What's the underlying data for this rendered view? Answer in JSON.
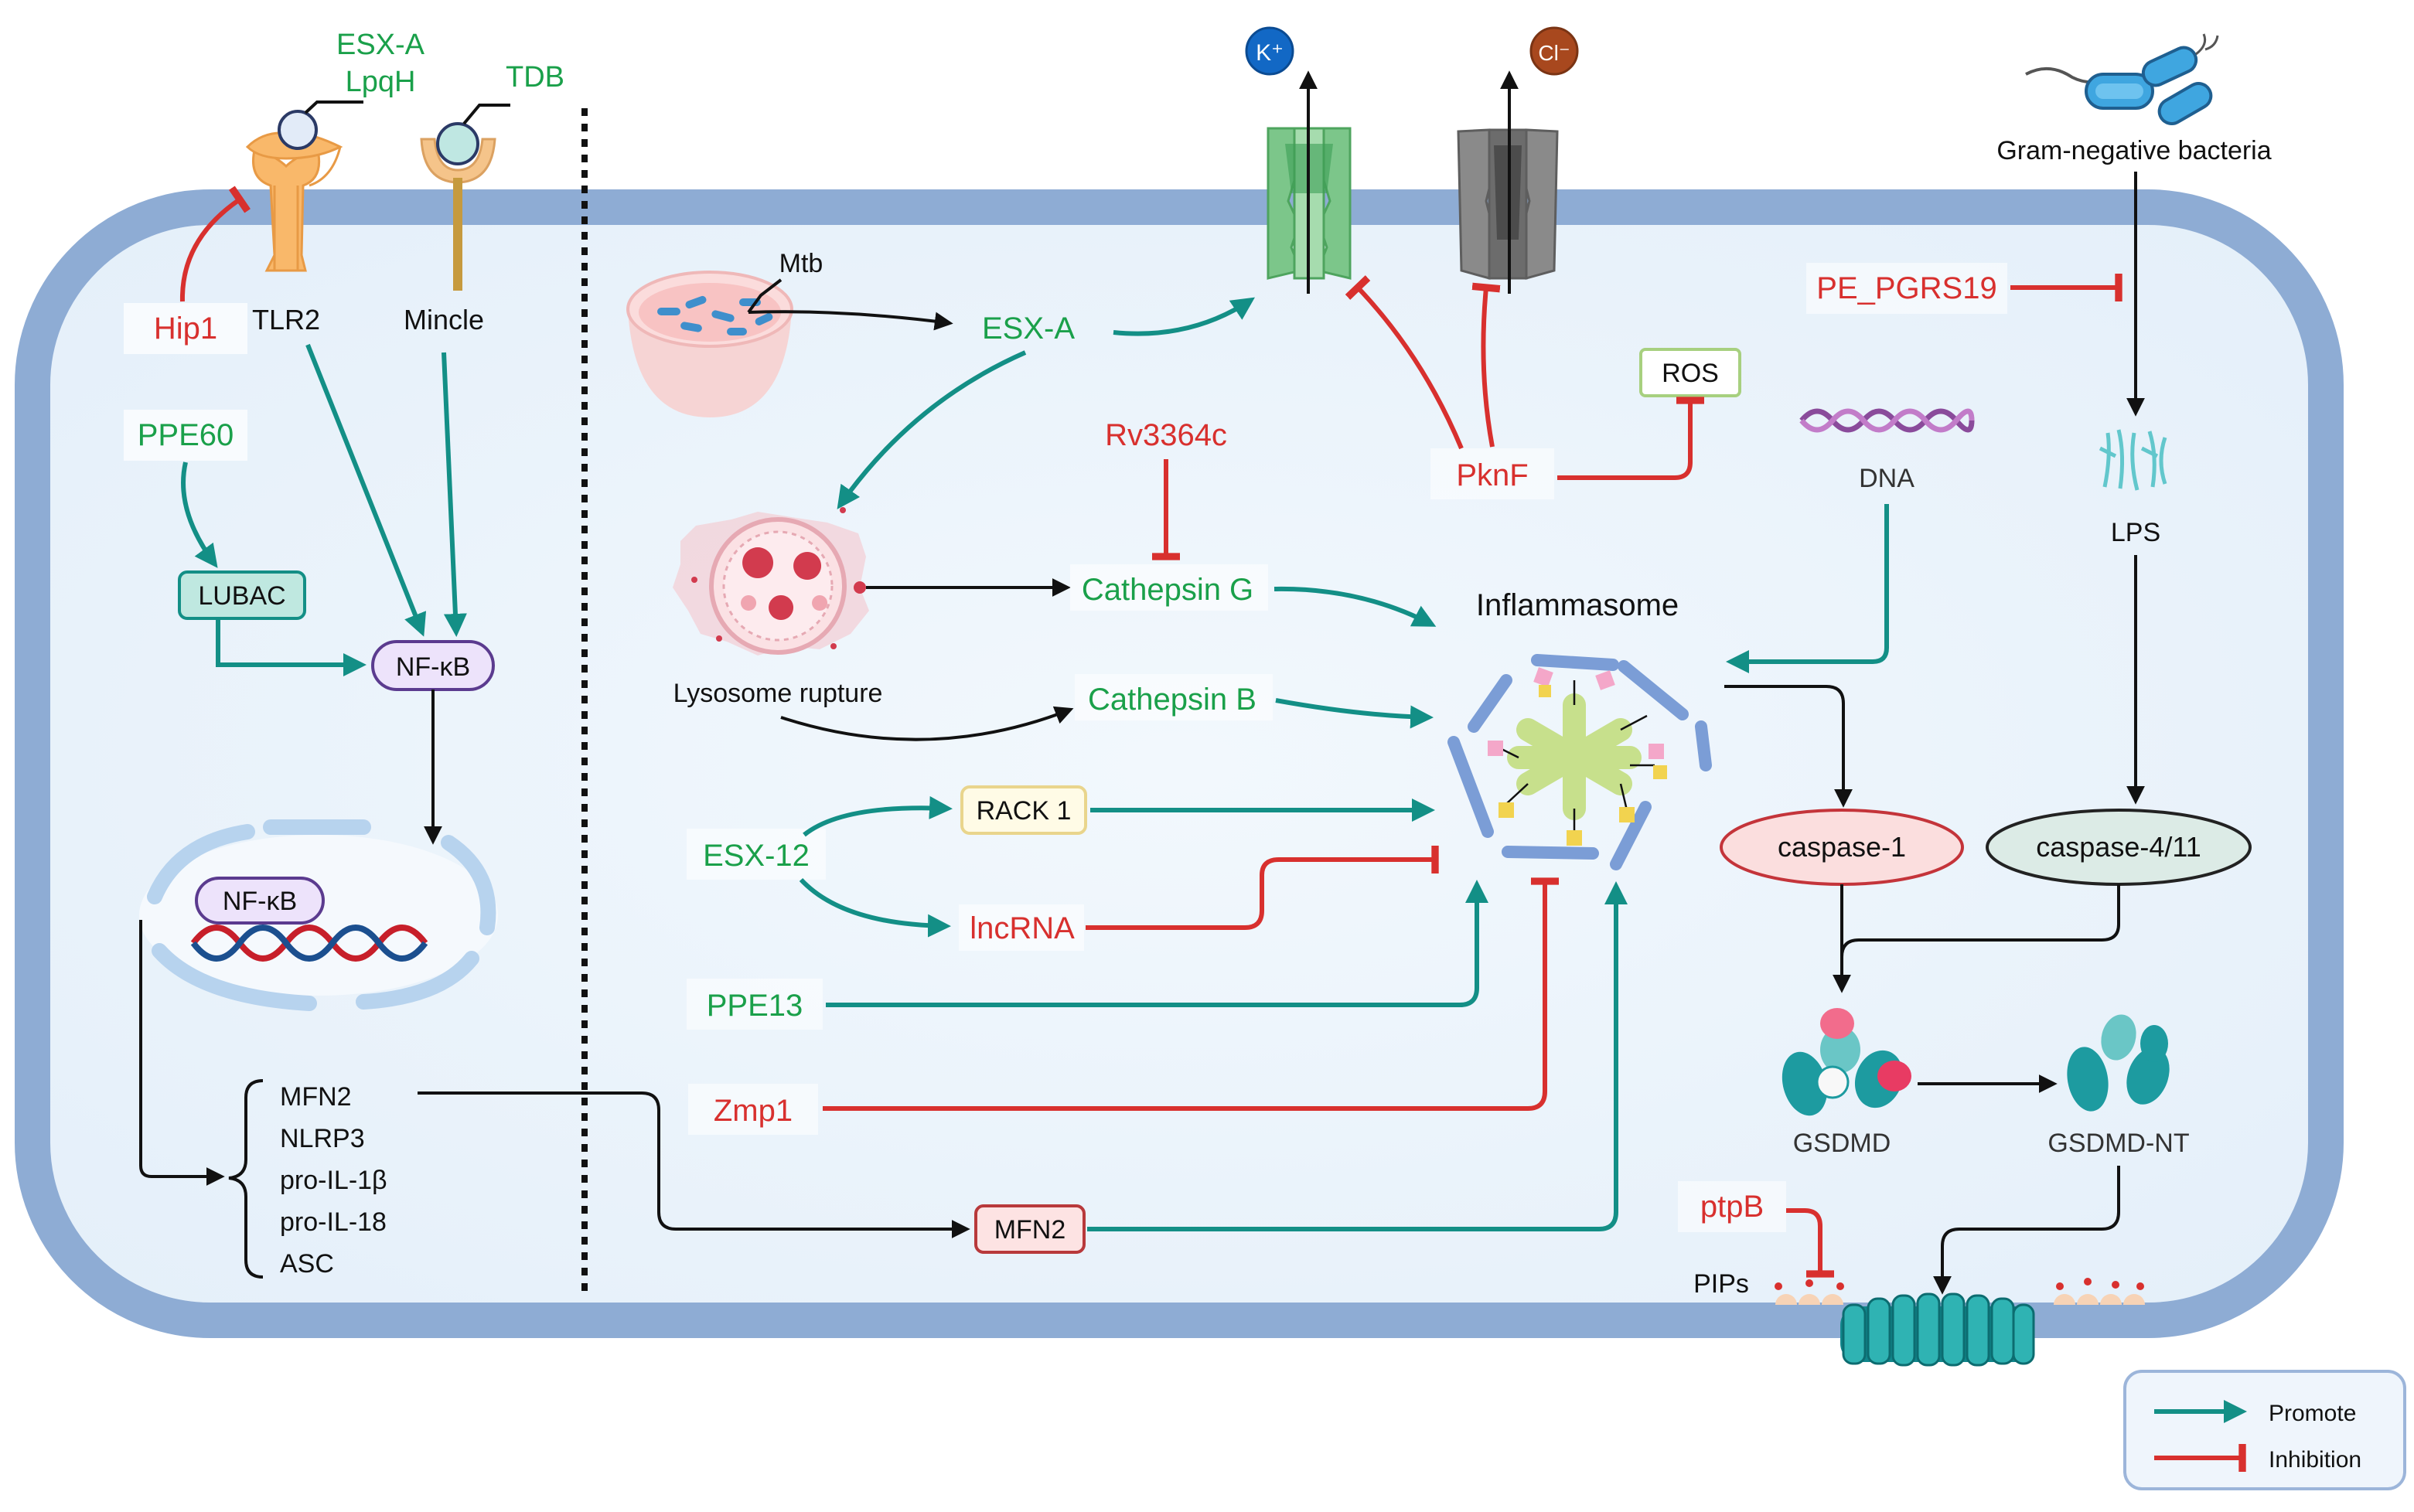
{
  "labels": {
    "esxa_top": "ESX-A",
    "lpqh": "LpqH",
    "tdb": "TDB",
    "tlr2": "TLR2",
    "mincle": "Mincle",
    "hip1": "Hip1",
    "ppe60": "PPE60",
    "lubac": "LUBAC",
    "nfkb": "NF-κB",
    "nfkb_nucleus": "NF-κB",
    "gene_list": [
      "MFN2",
      "NLRP3",
      "pro-IL-1β",
      "pro-IL-18",
      "ASC"
    ],
    "mtb": "Mtb",
    "esxa": "ESX-A",
    "k_ion": "K⁺",
    "cl_ion": "Cl⁻",
    "rv3364c": "Rv3364c",
    "cathepsin_g": "Cathepsin G",
    "lysosome_rupture": "Lysosome rupture",
    "cathepsin_b": "Cathepsin B",
    "pknf": "PknF",
    "ros": "ROS",
    "dna": "DNA",
    "inflammasome": "Inflammasome",
    "esx12": "ESX-12",
    "rack1": "RACK 1",
    "lncrna": "lncRNA",
    "ppe13": "PPE13",
    "zmp1": "Zmp1",
    "mfn2_box": "MFN2",
    "gram_neg": "Gram-negative bacteria",
    "pe_pgrs19": "PE_PGRS19",
    "lps": "LPS",
    "caspase1": "caspase-1",
    "caspase411": "caspase-4/11",
    "gsdmd": "GSDMD",
    "gsdmd_nt": "GSDMD-NT",
    "ptpb": "ptpB",
    "pips": "PIPs"
  },
  "legend": {
    "promote": "Promote",
    "inhibition": "Inhibition"
  },
  "colors": {
    "promote": "#138f86",
    "inhibit": "#d8302e",
    "green_text": "#1aa04a",
    "red_text": "#d8302e",
    "membrane": "#8eacd4",
    "cytoplasm": "#eaf3fb"
  }
}
